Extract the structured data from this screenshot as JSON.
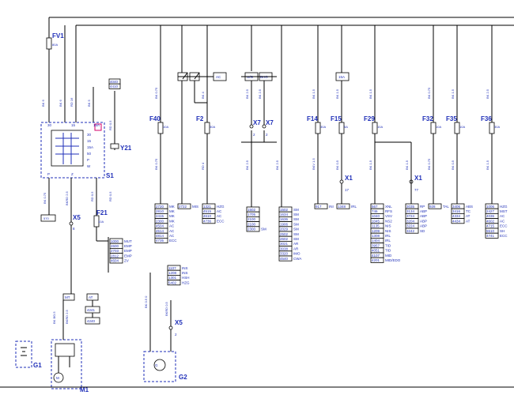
{
  "fuses": {
    "FV1": {
      "name": "FV1",
      "rating": "80A"
    },
    "F40": {
      "name": "F40",
      "rating": "10A"
    },
    "F2": {
      "name": "F2",
      "rating": "30A"
    },
    "F14": {
      "name": "F14",
      "rating": "30A"
    },
    "F15": {
      "name": "F15",
      "rating": "5A"
    },
    "F29": {
      "name": "F29",
      "rating": "10A"
    },
    "F32": {
      "name": "F32",
      "rating": "10A"
    },
    "F35": {
      "name": "F35",
      "rating": "10A"
    },
    "F36": {
      "name": "F36",
      "rating": "30A"
    },
    "F21": {
      "name": "F21",
      "rating": "10A"
    }
  },
  "connectors": {
    "X5a": {
      "name": "X5",
      "pin": "8"
    },
    "X5b": {
      "name": "X5",
      "pin": "2"
    },
    "X7a": {
      "name": "X7",
      "pin": "2"
    },
    "X7b": {
      "name": "X7",
      "pin": "2"
    },
    "X1a": {
      "name": "X1",
      "pin": "17"
    },
    "X1b": {
      "name": "X1",
      "pin": "77"
    }
  },
  "components": {
    "S1": {
      "name": "S1"
    },
    "Y21": {
      "name": "Y21"
    },
    "G1": {
      "name": "G1"
    },
    "G2": {
      "name": "G2"
    },
    "M1": {
      "name": "M1"
    }
  },
  "top_boxes": {
    "ac": "AC",
    "ug": "U/G",
    "ia": "BHO",
    "r15": "15A",
    "dl": "DDL"
  },
  "wire_codes": {
    "fv1_down": "BK 6",
    "s1_a": "BK 6",
    "s1_b": "RD 16",
    "s1_c": "BK 5",
    "s1_d": "RD 0.75",
    "f40_up": "BK 0.75",
    "f2_up": "BK 4",
    "f2_up2": "BK 4",
    "x7_up": "BK 2.5",
    "x7_up2": "BK 2.5",
    "f14_up": "BK 1.5",
    "f15_up": "BK 1.5",
    "f29_up": "BK 1.5",
    "f32_up": "BK 0.75",
    "f35_up": "BK 1.5",
    "f36_up": "BK 2.5",
    "f40_dn": "BK 0.75",
    "f2_dn": "RD 4",
    "x7_dn": "BK 2.5",
    "x7_dn2": "BK 2.5",
    "f14_dn": "BKV 1.5",
    "f15_dn": "BK 0.5",
    "f29_dn": "BK 1.5",
    "f29_dn2": "BK 1.5",
    "f32_dn": "BK 0.75",
    "f35_dn": "BK 0.5",
    "f36_dn": "BK 1.5",
    "s1_out1": "BK 0.75",
    "s1_out2": "BKRD 2.5",
    "s1_out3": "RD 0.5",
    "x5_dn": "BK BO.5",
    "x5_dn2": "BKRD 2.5",
    "g2_up": "BK 0.5 0",
    "g2_up2": "BKRD 0.5",
    "mid_up": "RD 0.5",
    "mid_up2": "RD 0.5"
  },
  "s1_labels": [
    "30",
    "15",
    "50",
    "P",
    "X",
    "W",
    "Z",
    "30",
    "15A",
    "15",
    "15A",
    "50",
    "P",
    "W",
    "V",
    "B"
  ],
  "ref_boxes": {
    "y21_top": [
      "4040",
      "4410"
    ],
    "f40_list": [
      "2720 MK",
      "2810 MK",
      "2415 MK",
      "2300 MK",
      "4504 AC",
      "4514 AC",
      "4814 AC",
      "4735 ECC"
    ],
    "f2_list": [
      "2722 MIS"
    ],
    "f2r_list": [
      "1321 HZG",
      "4515 AC",
      "4610 AC",
      "4736 ECC"
    ],
    "x7_list": [
      "1502",
      "1705",
      "2100",
      "2100",
      "2300 SM"
    ],
    "x7r_list": [
      "1502 SM",
      "1634 SM",
      "1636 SM",
      "1906 SM",
      "2029 SM",
      "2502 SM",
      "2602 SM",
      "3021 AR",
      "3038 AR",
      "3320 IMO",
      "4540 CWA"
    ],
    "f14_list": [
      "917 INI"
    ],
    "f15_list": [
      "1348 IRL"
    ],
    "f29_list": [
      "567 XNL",
      "746 RFS",
      "1040 VSV",
      "1045 NS2",
      "1135 NIS",
      "1209 NIS",
      "1308 IRL",
      "1404 IRL",
      "3957 TID",
      "4051 TID",
      "4107 MID",
      "4201 MID/EDO"
    ],
    "f29r_list": [
      "3035 RP",
      "3134 ABP",
      "3724 ABP",
      "3204 ABP",
      "3224 ABP",
      "3242 SD"
    ],
    "f32_list": [
      "928 TAL"
    ],
    "f35_list": [
      "3406 ABS",
      "3416 TC",
      "4334 AT",
      "4434 AT"
    ],
    "f36_list": [
      "1006 HZG",
      "2427 MST",
      "4036 AC",
      "4602 AC",
      "4715 ECC",
      "5510 SH",
      "4741 ECC"
    ],
    "s1_bottom": [
      "570"
    ],
    "f21_list": [
      "1000 MUT",
      "2600 EMP",
      "2703 EMP",
      "2812 EMP",
      "4604 ZV"
    ],
    "mt_box": "MT",
    "at_box": "AT",
    "at2_box": "4241",
    "at3_box": "4240",
    "g2_list": [
      "1107 INS",
      "1208 INS",
      "1301 HSH",
      "5402 HZG"
    ]
  }
}
